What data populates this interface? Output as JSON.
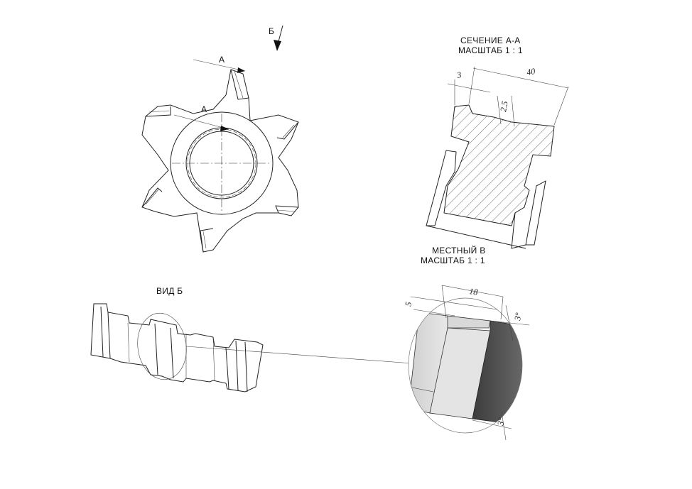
{
  "labels": {
    "view_b_arrow": "Б",
    "section_arrow_top": "А",
    "section_arrow_mid": "А",
    "section_title": "СЕЧЕНИЕ А-А",
    "section_scale": "МАСШТАБ 1 : 1",
    "local_view_title": "МЕСТНЫЙ В",
    "local_view_scale": "МАСШТАБ 1 : 1",
    "view_b_title": "ВИД Б"
  },
  "dimensions": {
    "section_width": "40",
    "section_step": "3",
    "section_depth": "2.5",
    "detail_width": "18",
    "detail_height": "5",
    "detail_angle_top": "3°",
    "detail_angle_bottom": "3°"
  }
}
